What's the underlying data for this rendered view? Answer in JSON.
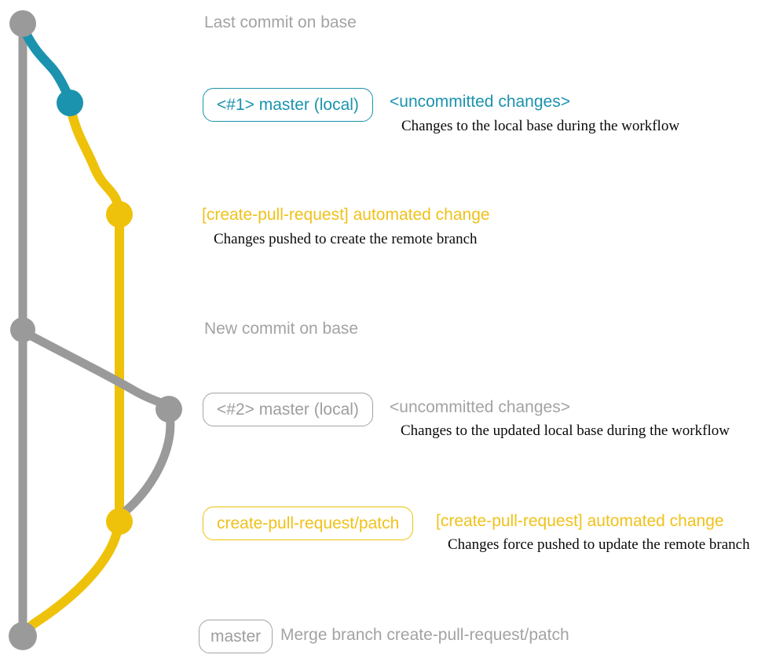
{
  "colors": {
    "gray": "#9a9a9a",
    "teal": "#1b93ae",
    "yellow": "#eec20a",
    "label_gray": "#a9a9a9",
    "yellow_text": "#f0c11a",
    "detail_black": "#0a0a0a"
  },
  "rows": {
    "last_commit": {
      "label": "Last commit on base"
    },
    "master_local_1": {
      "badge": "<#1> master (local)",
      "heading": "<uncommitted changes>",
      "detail": "Changes to the local base during the workflow"
    },
    "automated_1": {
      "heading": "[create-pull-request] automated change",
      "detail": "Changes pushed to create the remote branch"
    },
    "new_commit": {
      "label": "New commit on base"
    },
    "master_local_2": {
      "badge": "<#2> master (local)",
      "heading": "<uncommitted changes>",
      "detail": "Changes to the updated local base during the workflow"
    },
    "patch_branch": {
      "badge": "create-pull-request/patch",
      "heading": "[create-pull-request] automated change",
      "detail": "Changes force pushed to update the remote branch"
    },
    "merge": {
      "badge": "master",
      "label": "Merge branch create-pull-request/patch"
    }
  }
}
